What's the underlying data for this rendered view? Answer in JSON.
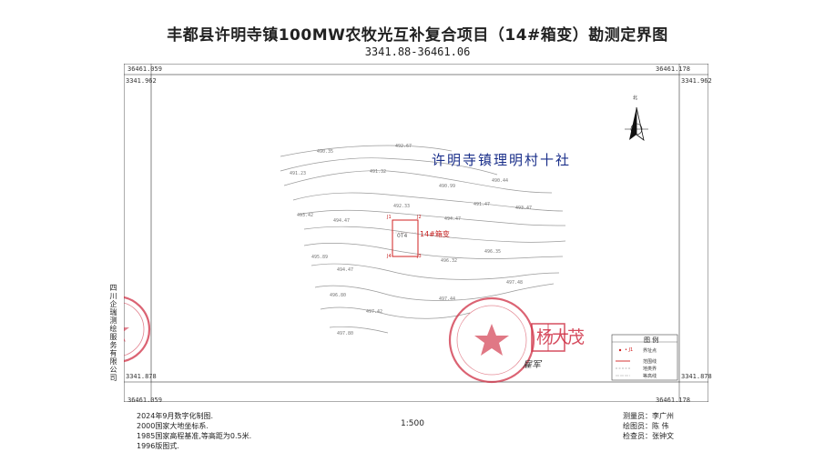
{
  "title": "丰都县许明寺镇100MW农牧光互补复合项目（14#箱变）勘测定界图",
  "subtitle": "3341.88-36461.06",
  "corners": {
    "top_left_x": "36461.059",
    "top_left_y": "3341.962",
    "top_right_x": "36461.178",
    "top_right_y": "3341.962",
    "bottom_left_y": "3341.878",
    "bottom_left_x": "36461.059",
    "bottom_right_y": "3341.878",
    "bottom_right_x": "36461.178"
  },
  "north_label": "北",
  "village": "许明寺镇理明村十社",
  "box": {
    "label": "14#箱变",
    "id": "0T4",
    "points": [
      "J1",
      "J2",
      "J3",
      "J4"
    ]
  },
  "elevations": [
    "490.35",
    "492.67",
    "491.23",
    "491.32",
    "490.99",
    "490.44",
    "493.47",
    "493.42",
    "492.33",
    "494.47",
    "494.47",
    "491.47",
    "495.89",
    "496.35",
    "494.47",
    "496.32",
    "496.80",
    "497.44",
    "497.48",
    "497.42",
    "497.80"
  ],
  "company": "四川企瑞测绘服务有限公司",
  "signature": "雇军",
  "seal_text": "杨大茂",
  "legend": {
    "title": "图  例",
    "items": [
      {
        "label": "界址点",
        "symbol": "• J1"
      },
      {
        "label": "范围线",
        "symbol": "red-line"
      },
      {
        "label": "地类界",
        "symbol": "dashed-line"
      },
      {
        "label": "等高线",
        "symbol": "gray-line"
      }
    ]
  },
  "footer_left": [
    "2024年9月数字化制图.",
    "2000国家大地坐标系.",
    "1985国家高程基准,等高距为0.5米.",
    "1996版图式."
  ],
  "scale": "1:500",
  "footer_right": [
    "测量员：李广州",
    "绘图员：陈  伟",
    "检查员：张钟文"
  ],
  "colors": {
    "boundary_red": "#d02020",
    "seal_red": "#cf2f44",
    "village_blue": "#1a2f8a",
    "contour_gray": "#9a9a9a"
  }
}
